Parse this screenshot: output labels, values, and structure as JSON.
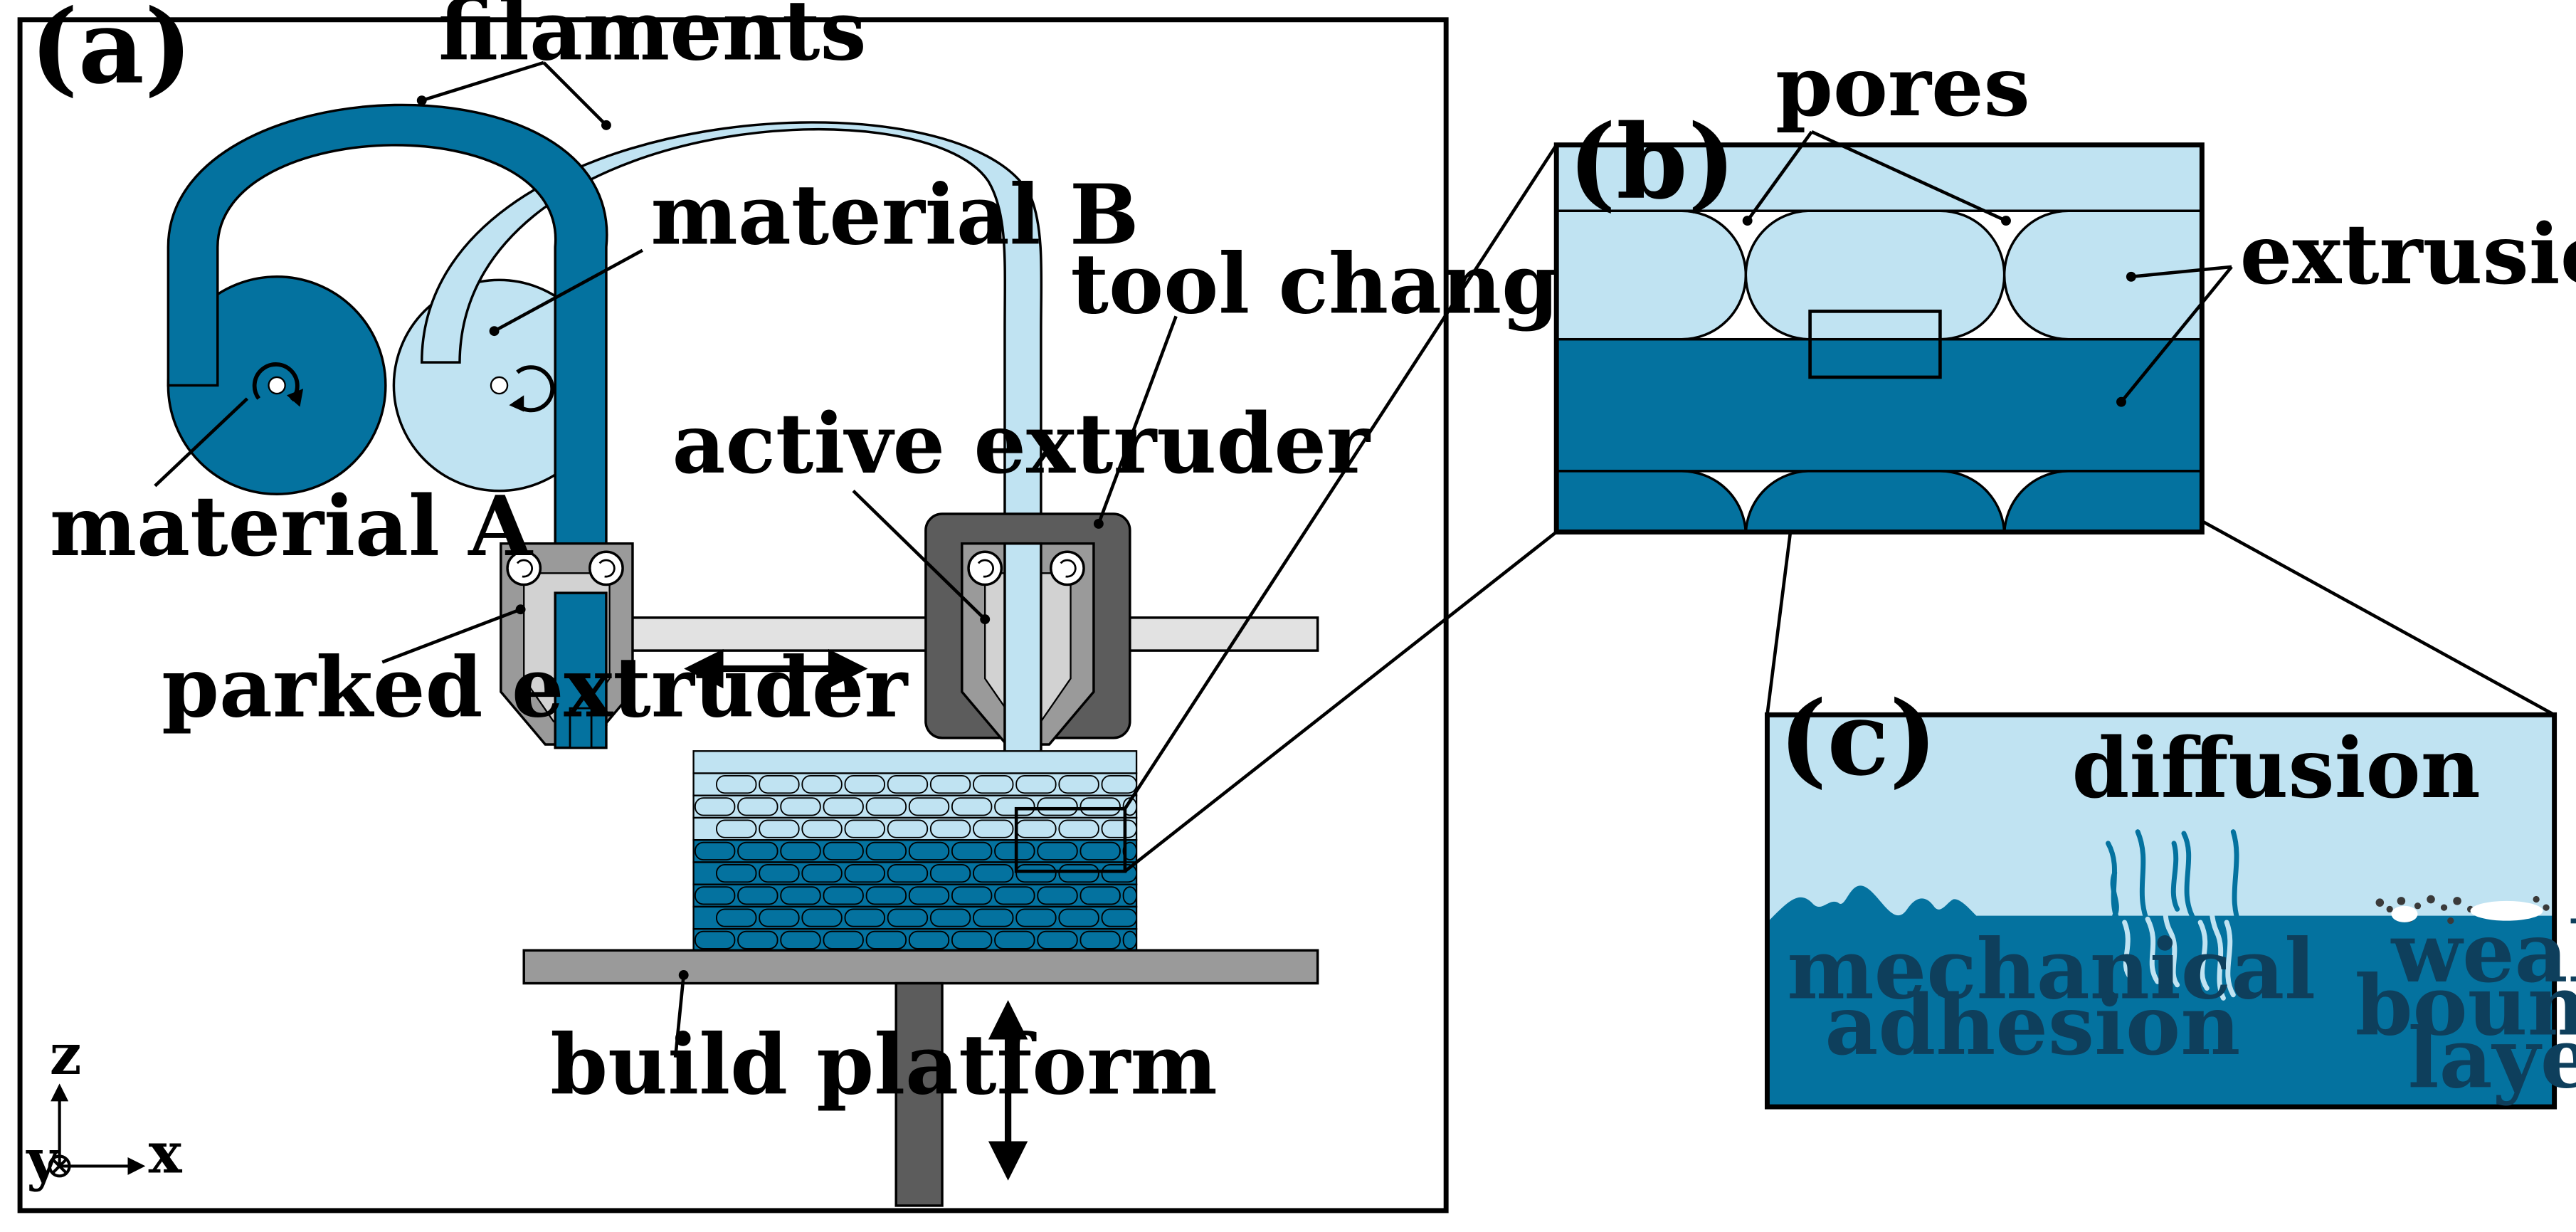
{
  "panels": {
    "a": "(a)",
    "b": "(b)",
    "c": "(c)"
  },
  "labels": {
    "filaments": "filaments",
    "material_b": "material B",
    "material_a": "material A",
    "tool_change_head": "tool change head",
    "active_extruder": "active extruder",
    "parked_extruder": "parked extruder",
    "build_platform": "build platform",
    "pores": "pores",
    "extrusion_lines": "extrusion lines",
    "diffusion": "diffusion",
    "mechanical_line1": "mechanical",
    "mechanical_line2": "adhesion",
    "weak_line1": "weak",
    "weak_line2": "boundary",
    "weak_line3": "layer"
  },
  "axes": {
    "z": "z",
    "y": "y",
    "x": "x"
  },
  "colors": {
    "dark_blue": "#04729f",
    "light_blue": "#c0e3f2",
    "dark_gray": "#5c5c5c",
    "mid_gray": "#9a9a9a",
    "light_gray": "#e2e2e2",
    "outline": "#000000"
  }
}
